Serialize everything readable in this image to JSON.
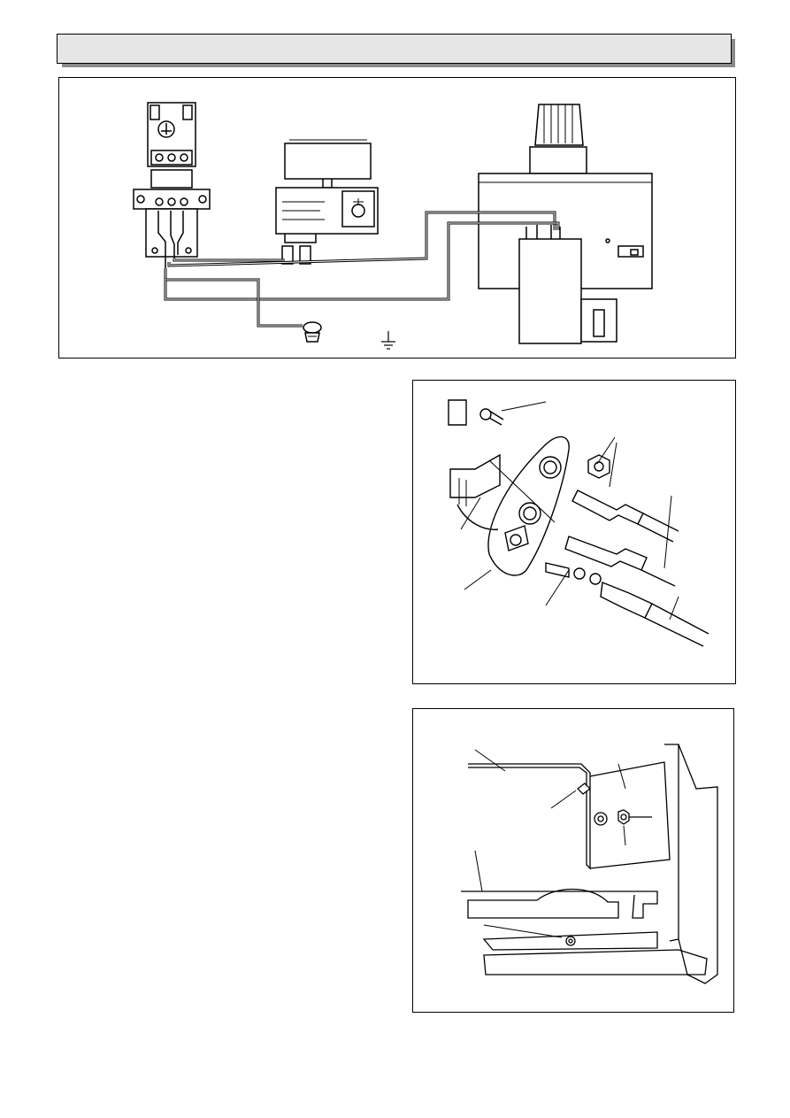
{
  "page": {
    "heading": "",
    "body_text": ""
  },
  "figures": [
    {
      "id": "wiring",
      "caption": "",
      "icons": [
        "terminal-block",
        "thermostat",
        "gas-valve",
        "earth-symbol"
      ]
    },
    {
      "id": "electrode",
      "caption": "",
      "icons": [
        "electrode-plate",
        "nut",
        "spark-lead",
        "thermocouple"
      ]
    },
    {
      "id": "bracket",
      "caption": "",
      "icons": [
        "burner-bracket",
        "fixing-screw",
        "washer"
      ]
    }
  ],
  "colors": {
    "line": "#000000",
    "banner_fill": "#e6e6e6",
    "banner_shadow": "#8a8a8a"
  }
}
